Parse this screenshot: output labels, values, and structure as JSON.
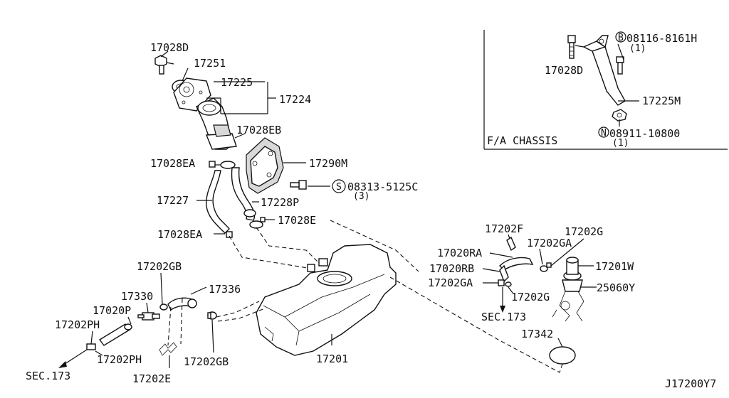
{
  "labels": {
    "p17028D": "17028D",
    "p17251": "17251",
    "p17225": "17225",
    "p17224": "17224",
    "p17028EB": "17028EB",
    "p17028EA_top": "17028EA",
    "p17290M": "17290M",
    "p08313": "08313-5125C",
    "p08313_qty": "(3)",
    "p08313_prefix": "S",
    "p17227": "17227",
    "p17228P": "17228P",
    "p17028E": "17028E",
    "p17028EA_bot": "17028EA",
    "p17202GB_top": "17202GB",
    "p17330": "17330",
    "p17336": "17336",
    "p17020P": "17020P",
    "p17202PH_left": "17202PH",
    "p17202PH_bot": "17202PH",
    "p17202E": "17202E",
    "p17202GB_bot": "17202GB",
    "p17201": "17201",
    "sec173_left": "SEC.173",
    "p17202F": "17202F",
    "p17202G_top": "17202G",
    "p17020RA": "17020RA",
    "p17202GA_top": "17202GA",
    "p17020RB": "17020RB",
    "p17201W": "17201W",
    "p17202GA_bot": "17202GA",
    "p25060Y": "25060Y",
    "p17202G_bot": "17202G",
    "sec173_right": "SEC.173",
    "p17342": "17342",
    "inset_08116": "08116-8161H",
    "inset_08116_prefix": "B",
    "inset_08116_qty": "(1)",
    "inset_17028D": "17028D",
    "inset_17225M": "17225M",
    "inset_08911": "08911-10800",
    "inset_08911_prefix": "N",
    "inset_08911_qty": "(1)",
    "inset_title": "F/A CHASSIS",
    "diagram_id": "J17200Y7"
  }
}
